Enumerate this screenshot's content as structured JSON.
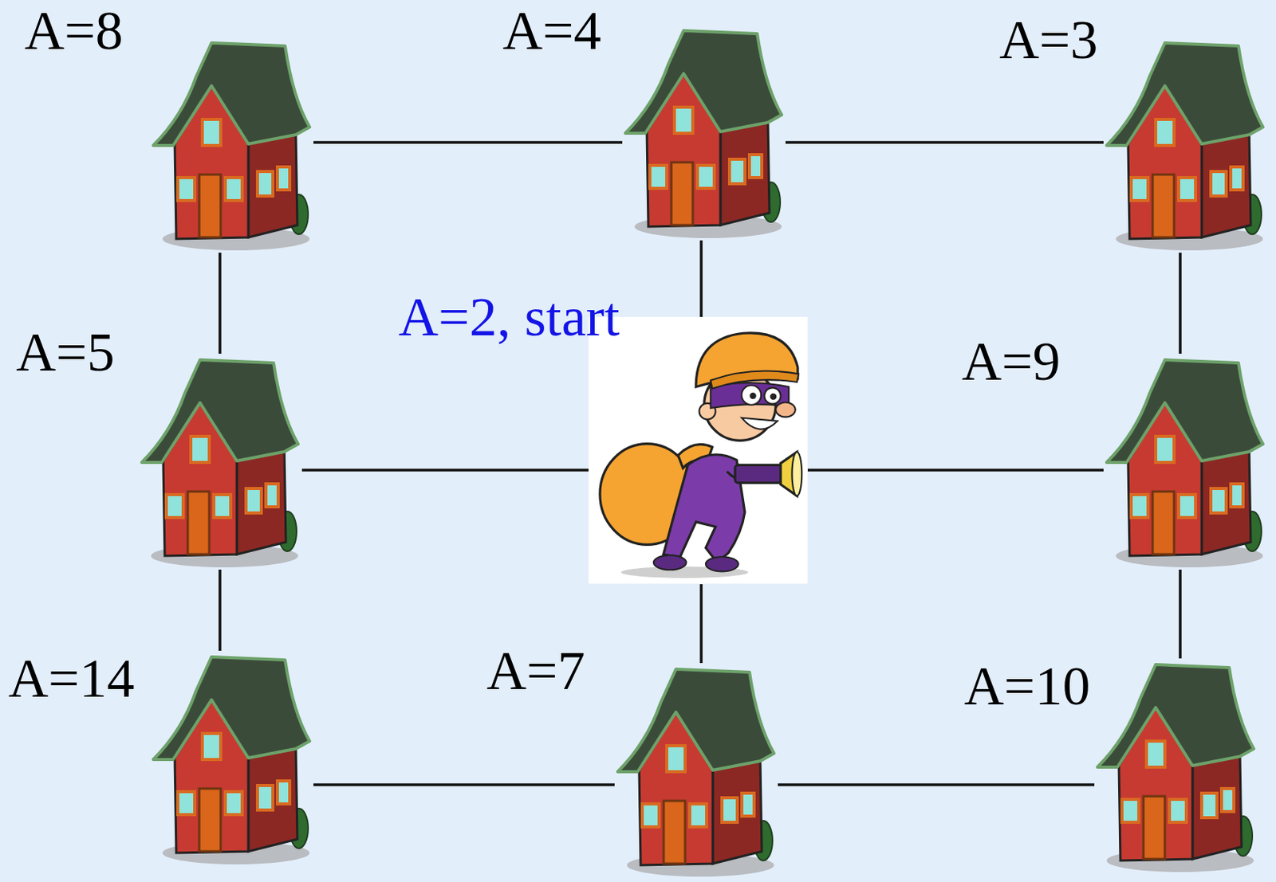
{
  "diagram": {
    "nodes": [
      {
        "text": [
          "A=8"
        ]
      },
      {
        "text": [
          "A=4"
        ]
      },
      {
        "text": [
          "A=3"
        ]
      },
      {
        "text": [
          "A=5"
        ]
      },
      {
        "text": [
          "A=2, start"
        ]
      },
      {
        "text": [
          "A=9"
        ]
      },
      {
        "text": [
          "A=14"
        ]
      },
      {
        "text": [
          "A=7"
        ]
      },
      {
        "text": [
          "A=10"
        ]
      }
    ],
    "edges": [
      {
        "from": 0,
        "to": 1,
        "arrow": "none"
      },
      {
        "from": 1,
        "to": 2,
        "arrow": "none"
      },
      {
        "from": 3,
        "to": 4,
        "arrow": "none"
      },
      {
        "from": 4,
        "to": 5,
        "arrow": "none"
      },
      {
        "from": 6,
        "to": 7,
        "arrow": "none"
      },
      {
        "from": 7,
        "to": 8,
        "arrow": "none"
      },
      {
        "from": 0,
        "to": 3,
        "arrow": "none"
      },
      {
        "from": 3,
        "to": 6,
        "arrow": "none"
      },
      {
        "from": 1,
        "to": 4,
        "arrow": "none"
      },
      {
        "from": 4,
        "to": 7,
        "arrow": "none"
      },
      {
        "from": 2,
        "to": 5,
        "arrow": "none"
      },
      {
        "from": 5,
        "to": 8,
        "arrow": "none"
      }
    ]
  }
}
